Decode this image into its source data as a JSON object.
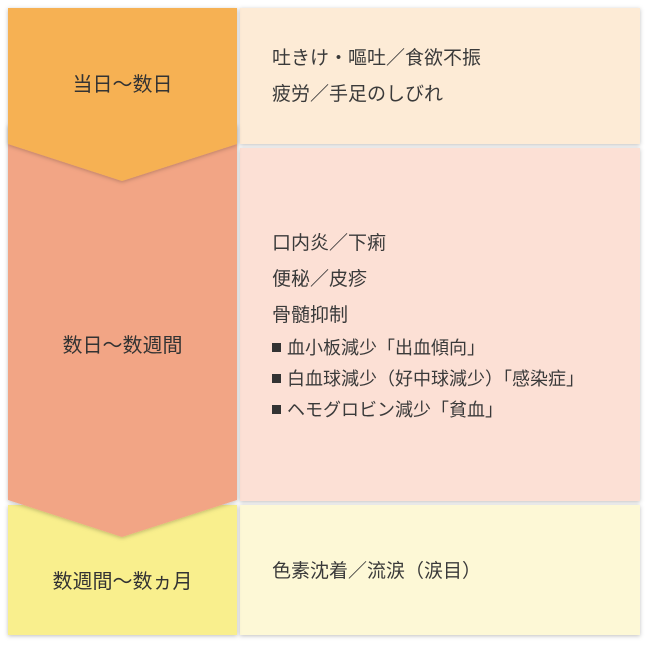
{
  "stages": [
    {
      "label": "当日〜数日",
      "color": "#f6b153",
      "panel_color": "#fdebd6",
      "lines": [
        "吐きけ・嘔吐／食欲不振",
        "疲労／手足のしびれ"
      ],
      "bullets": []
    },
    {
      "label": "数日〜数週間",
      "color": "#f2a585",
      "panel_color": "#fce0d5",
      "lines": [
        "口内炎／下痢",
        "便秘／皮疹",
        "骨髄抑制"
      ],
      "bullets": [
        "血小板減少「出血傾向」",
        "白血球減少（好中球減少）「感染症」",
        "ヘモグロビン減少「貧血」"
      ]
    },
    {
      "label": "数週間〜数ヵ月",
      "color": "#f9ef8d",
      "panel_color": "#fdf8d6",
      "lines": [
        "色素沈着／流涙（涙目）"
      ],
      "bullets": []
    }
  ]
}
